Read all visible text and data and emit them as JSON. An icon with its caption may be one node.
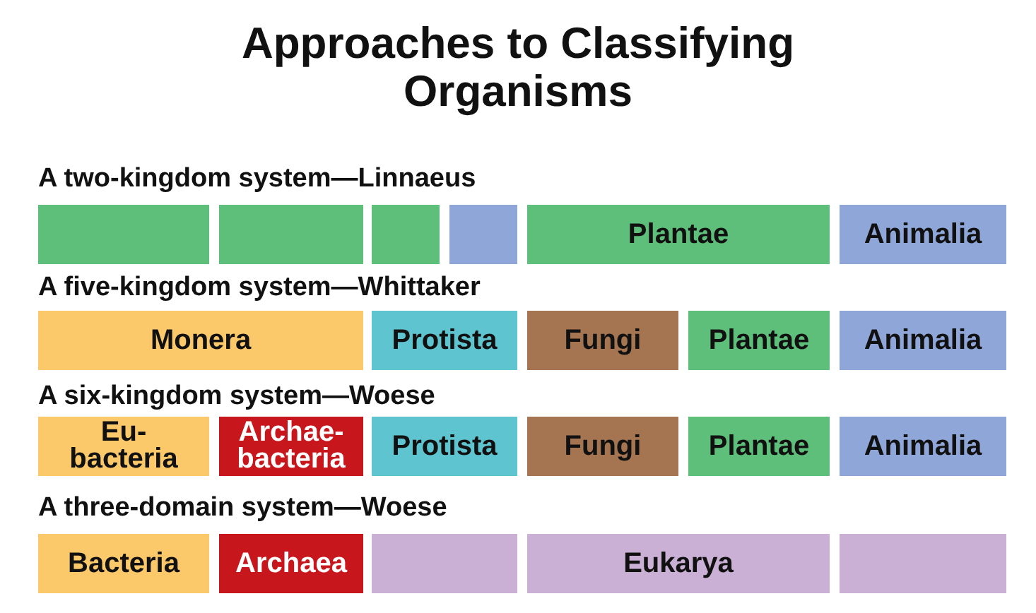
{
  "diagram": {
    "title": "Approaches to Classifying Organisms",
    "nodes": [
      {
        "text": [],
        "shape": "bar"
      },
      {
        "text": [],
        "shape": "bar"
      },
      {
        "text": [],
        "shape": "bar"
      },
      {
        "text": [],
        "shape": "bar"
      },
      {
        "text": [
          "Plantae"
        ]
      },
      {
        "text": [
          "Animalia"
        ]
      },
      {
        "text": [
          "Monera"
        ]
      },
      {
        "text": [
          "Protista"
        ]
      },
      {
        "text": [
          "Fungi"
        ]
      },
      {
        "text": [
          "Plantae"
        ]
      },
      {
        "text": [
          "Animalia"
        ]
      },
      {
        "text": [
          "Eu- bacteria"
        ]
      },
      {
        "text": [
          "Archae- bacteria"
        ]
      },
      {
        "text": [
          "Protista"
        ]
      },
      {
        "text": [
          "Fungi"
        ]
      },
      {
        "text": [
          "Plantae"
        ]
      },
      {
        "text": [
          "Animalia"
        ]
      },
      {
        "text": [
          "Bacteria"
        ]
      },
      {
        "text": [
          "Archaea"
        ]
      },
      {
        "text": [],
        "shape": "bar"
      },
      {
        "text": [
          "Eukarya"
        ]
      },
      {
        "text": [],
        "shape": "bar"
      }
    ],
    "labels": [
      "A two-kingdom system—Linnaeus",
      "A five-kingdom system—Whittaker",
      "A six-kingdom system—Woese",
      "A three-domain system—Woese"
    ]
  }
}
